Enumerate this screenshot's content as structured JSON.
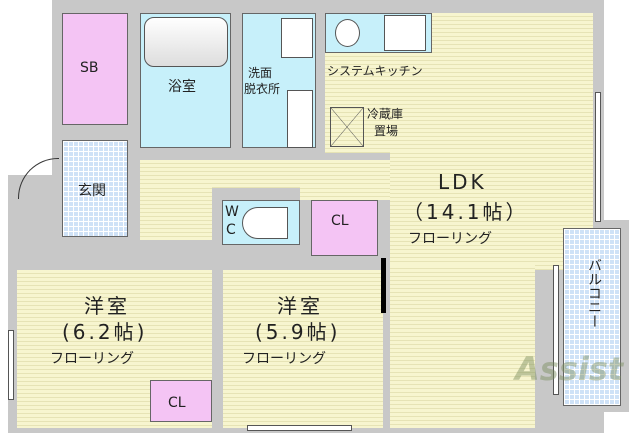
{
  "rooms": {
    "sb": "SB",
    "bath": "浴室",
    "washroom_1": "洗面",
    "washroom_2": "脱衣所",
    "kitchen": "システムキッチン",
    "fridge_1": "冷蔵庫",
    "fridge_2": "置場",
    "entrance": "玄関",
    "ldk": {
      "name": "LDK",
      "size": "（14.1帖）",
      "floor": "フローリング"
    },
    "wc_1": "W",
    "wc_2": "C",
    "cl_top": "CL",
    "cl_bottom": "CL",
    "western1": {
      "name": "洋室",
      "size": "(6.2帖)",
      "floor": "フローリング"
    },
    "western2": {
      "name": "洋室",
      "size": "(5.9帖)",
      "floor": "フローリング"
    },
    "balcony": "バルコニー"
  },
  "watermark": "Assist"
}
